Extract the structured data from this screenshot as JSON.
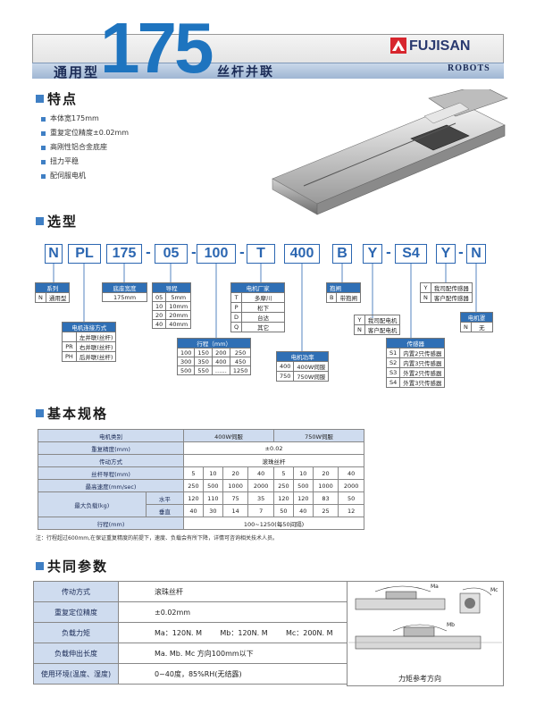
{
  "header": {
    "left": "通用型",
    "big": "175",
    "right": "丝杆并联",
    "brand": "FUJISAN",
    "robots": "ROBOTS"
  },
  "features": {
    "title": "特点",
    "items": [
      "本体宽175mm",
      "重复定位精度±0.02mm",
      "高刚性铝合金底座",
      "扭力平稳",
      "配伺服电机"
    ]
  },
  "selection": {
    "title": "选型",
    "code": [
      "N",
      "PL",
      "175",
      "05",
      "100",
      "T",
      "400",
      "B",
      "Y",
      "S4",
      "Y",
      "N"
    ],
    "dash": "-",
    "series": {
      "title": "系列",
      "rows": [
        [
          "N",
          "通用型"
        ]
      ]
    },
    "base_width": {
      "title": "底座宽度",
      "value": "175mm"
    },
    "lead": {
      "title": "导程",
      "rows": [
        [
          "05",
          "5mm"
        ],
        [
          "10",
          "10mm"
        ],
        [
          "20",
          "20mm"
        ],
        [
          "40",
          "40mm"
        ]
      ]
    },
    "motor_conn": {
      "title": "电机连接方式",
      "rows": [
        [
          "",
          "左并联(丝杆)"
        ],
        [
          "PR",
          "右并联(丝杆)"
        ],
        [
          "PH",
          "后并联(丝杆)"
        ]
      ]
    },
    "stroke": {
      "title": "行程（mm）",
      "rows": [
        [
          "100",
          "150",
          "200",
          "250"
        ],
        [
          "300",
          "350",
          "400",
          "450"
        ],
        [
          "500",
          "550",
          "……",
          "1250"
        ]
      ]
    },
    "maker": {
      "title": "电机厂家",
      "rows": [
        [
          "T",
          "多摩川"
        ],
        [
          "P",
          "松下"
        ],
        [
          "D",
          "台达"
        ],
        [
          "Q",
          "其它"
        ]
      ]
    },
    "power": {
      "title": "电机功率",
      "rows": [
        [
          "400",
          "400W伺服"
        ],
        [
          "750",
          "750W伺服"
        ]
      ]
    },
    "brake": {
      "title": "抱闸",
      "rows": [
        [
          "B",
          "带抱闸"
        ]
      ]
    },
    "motor_src": {
      "rows": [
        [
          "Y",
          "我司配电机"
        ],
        [
          "N",
          "客户配电机"
        ]
      ]
    },
    "sensor": {
      "title": "传感器",
      "rows": [
        [
          "S1",
          "内置2只传感器"
        ],
        [
          "S2",
          "内置3只传感器"
        ],
        [
          "S3",
          "外置2只传感器"
        ],
        [
          "S4",
          "外置3只传感器"
        ]
      ]
    },
    "sensor_src": {
      "rows": [
        [
          "Y",
          "我司配传感器"
        ],
        [
          "N",
          "客户配传感器"
        ]
      ]
    },
    "cover": {
      "title": "电机罩",
      "rows": [
        [
          "N",
          "无"
        ]
      ]
    }
  },
  "spec": {
    "title": "基本规格",
    "motor_type": "电机类别",
    "m400": "400W伺服",
    "m750": "750W伺服",
    "repeat": "重复精度(mm)",
    "repeat_val": "±0.02",
    "drive": "传动方式",
    "drive_val": "滚珠丝杆",
    "lead": "丝杆导程(mm)",
    "lead_vals": [
      "5",
      "10",
      "20",
      "40",
      "5",
      "10",
      "20",
      "40"
    ],
    "speed": "最高速度(mm/sec)",
    "speed_vals": [
      "250",
      "500",
      "1000",
      "2000",
      "250",
      "500",
      "1000",
      "2000"
    ],
    "load": "最大负载(kg)",
    "horiz": "水平",
    "horiz_vals": [
      "120",
      "110",
      "75",
      "35",
      "120",
      "120",
      "83",
      "50"
    ],
    "vert": "垂直",
    "vert_vals": [
      "40",
      "30",
      "14",
      "7",
      "50",
      "40",
      "25",
      "12"
    ],
    "stroke": "行程(mm)",
    "stroke_val": "100~1250(每50间隔)",
    "note": "注：行程超过600mm,在保证重复精度的前提下，速度、负载会有所下降，详情可咨询相关技术人员。"
  },
  "common": {
    "title": "共同参数",
    "rows": [
      [
        "传动方式",
        "滚珠丝杆"
      ],
      [
        "重复定位精度",
        "±0.02mm"
      ],
      [
        "负载力矩",
        "Ma：120N. M        Mb：120N. M        Mc：200N. M"
      ],
      [
        "负载伸出长度",
        "Ma. Mb. Mc 方向100mm以下"
      ],
      [
        "使用环境(温度、湿度)",
        "0~40度，85%RH(无结露)"
      ]
    ],
    "diagram_caption": "力矩参考方向",
    "ma": "Ma",
    "mb": "Mb",
    "mc": "Mc"
  },
  "colors": {
    "accent": "#1e74bf",
    "table_header": "#2f6fb5",
    "table_label": "#cfdcef"
  }
}
